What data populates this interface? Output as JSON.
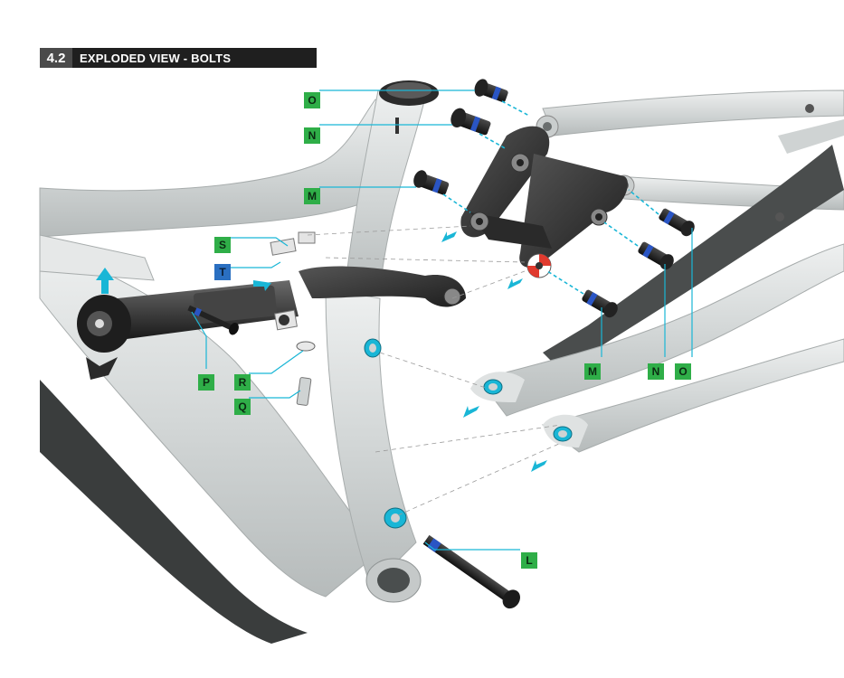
{
  "header": {
    "section_number": "4.2",
    "section_title": "EXPLODED VIEW - BOLTS"
  },
  "colors": {
    "label_green": "#2fae48",
    "label_blue": "#2a6fc1",
    "leader_cyan": "#19b6d6",
    "header_dark": "#1f1f1f",
    "frame_gray": "#d9dcdc",
    "carbon_dark": "#2e2e2e"
  },
  "callouts": [
    {
      "id": "O-top",
      "letter": "O",
      "color": "green"
    },
    {
      "id": "N-top",
      "letter": "N",
      "color": "green"
    },
    {
      "id": "M-top",
      "letter": "M",
      "color": "green"
    },
    {
      "id": "S",
      "letter": "S",
      "color": "green"
    },
    {
      "id": "T",
      "letter": "T",
      "color": "blue"
    },
    {
      "id": "P",
      "letter": "P",
      "color": "green"
    },
    {
      "id": "R",
      "letter": "R",
      "color": "green"
    },
    {
      "id": "Q",
      "letter": "Q",
      "color": "green"
    },
    {
      "id": "M-bottom",
      "letter": "M",
      "color": "green"
    },
    {
      "id": "N-bottom",
      "letter": "N",
      "color": "green"
    },
    {
      "id": "O-bottom",
      "letter": "O",
      "color": "green"
    },
    {
      "id": "L",
      "letter": "L",
      "color": "green"
    }
  ]
}
